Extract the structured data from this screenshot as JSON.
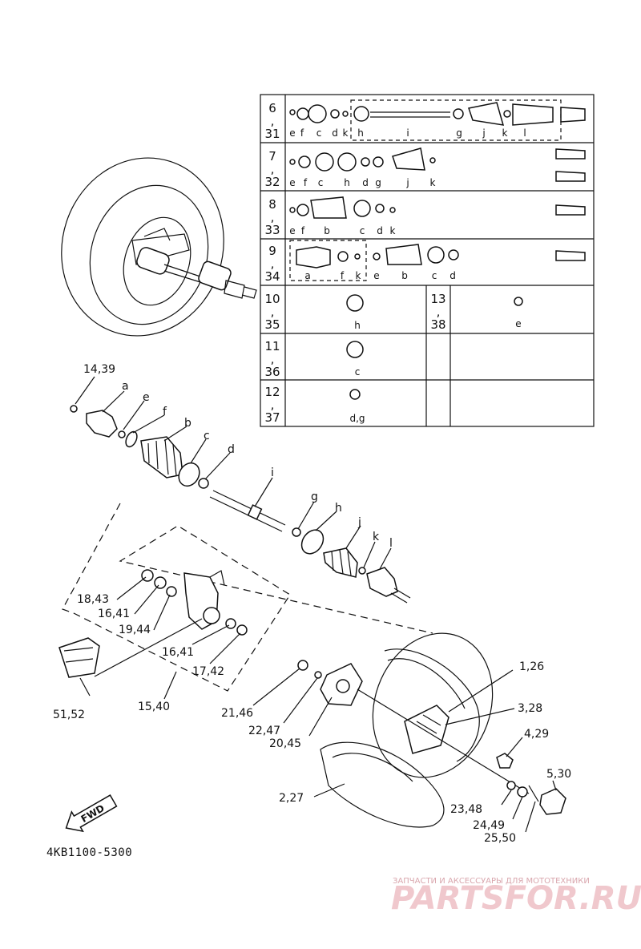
{
  "table": {
    "rows": [
      {
        "refs": [
          "6",
          ",",
          "31"
        ],
        "letters": [
          "e",
          "f",
          "c",
          "d",
          "k",
          "h",
          "i",
          "g",
          "j",
          "k",
          "l"
        ]
      },
      {
        "refs": [
          "7",
          ",",
          "32"
        ],
        "letters": [
          "e",
          "f",
          "c",
          "h",
          "d",
          "g",
          "j",
          "k"
        ]
      },
      {
        "refs": [
          "8",
          ",",
          "33"
        ],
        "letters": [
          "e",
          "f",
          "b",
          "c",
          "d",
          "k"
        ]
      },
      {
        "refs": [
          "9",
          ",",
          "34"
        ],
        "letters": [
          "a",
          "f",
          "k",
          "e",
          "b",
          "c",
          "d"
        ]
      },
      {
        "refs": [
          "10",
          ",",
          "35"
        ],
        "letters": [
          "h"
        ]
      },
      {
        "refs": [
          "11",
          ",",
          "36"
        ],
        "letters": [
          "c"
        ]
      },
      {
        "refs": [
          "12",
          ",",
          "37"
        ],
        "letters": [
          "d,g"
        ]
      }
    ],
    "side_cell": {
      "refs": [
        "13",
        ",",
        "38"
      ],
      "letter": "e"
    }
  },
  "callouts": {
    "c14_39": "14,39",
    "a": "a",
    "e": "e",
    "f": "f",
    "b": "b",
    "c": "c",
    "d": "d",
    "i": "i",
    "g": "g",
    "h": "h",
    "j": "j",
    "k": "k",
    "l": "l",
    "c18_43": "18,43",
    "c16_41a": "16,41",
    "c19_44": "19,44",
    "c16_41b": "16,41",
    "c17_42": "17,42",
    "c15_40": "15,40",
    "c51_52": "51,52",
    "c21_46": "21,46",
    "c22_47": "22,47",
    "c20_45": "20,45",
    "c1_26": "1,26",
    "c3_28": "3,28",
    "c4_29": "4,29",
    "c5_30": "5,30",
    "c2_27": "2,27",
    "c23_48": "23,48",
    "c24_49": "24,49",
    "c25_50": "25,50"
  },
  "fwd_label": "FWD",
  "diagram_code": "4KB1100-5300",
  "watermark": {
    "tagline": "ЗАПЧАСТИ И АКСЕССУАРЫ ДЛЯ МОТОТЕХНИКИ",
    "brand": "PARTSFOR.RU"
  }
}
